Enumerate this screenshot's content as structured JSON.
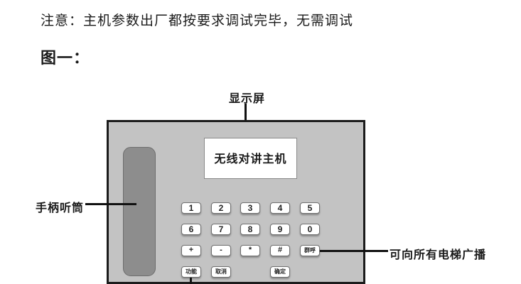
{
  "page": {
    "notice": "注意：主机参数出厂都按要求调试完毕，无需调试",
    "figure_label": "图一："
  },
  "diagram": {
    "labels": {
      "display": "显示屏",
      "handset": "手柄听筒",
      "broadcast": "可向所有电梯广播"
    },
    "display_text": "无线对讲主机",
    "keypad": {
      "row1": [
        "1",
        "2",
        "3",
        "4",
        "5"
      ],
      "row2": [
        "6",
        "7",
        "8",
        "9",
        "0"
      ],
      "row3": [
        "+",
        "-",
        "*",
        "#",
        "群呼"
      ],
      "row4": [
        "功能",
        "取消",
        "确定"
      ]
    },
    "colors": {
      "panel_fill": "#c3c3c3",
      "panel_border": "#1b1b1b",
      "handset_fill": "#8d8d8d",
      "button_fill": "#ffffff",
      "button_border": "#6f6f6f",
      "line_color": "#111111"
    }
  }
}
